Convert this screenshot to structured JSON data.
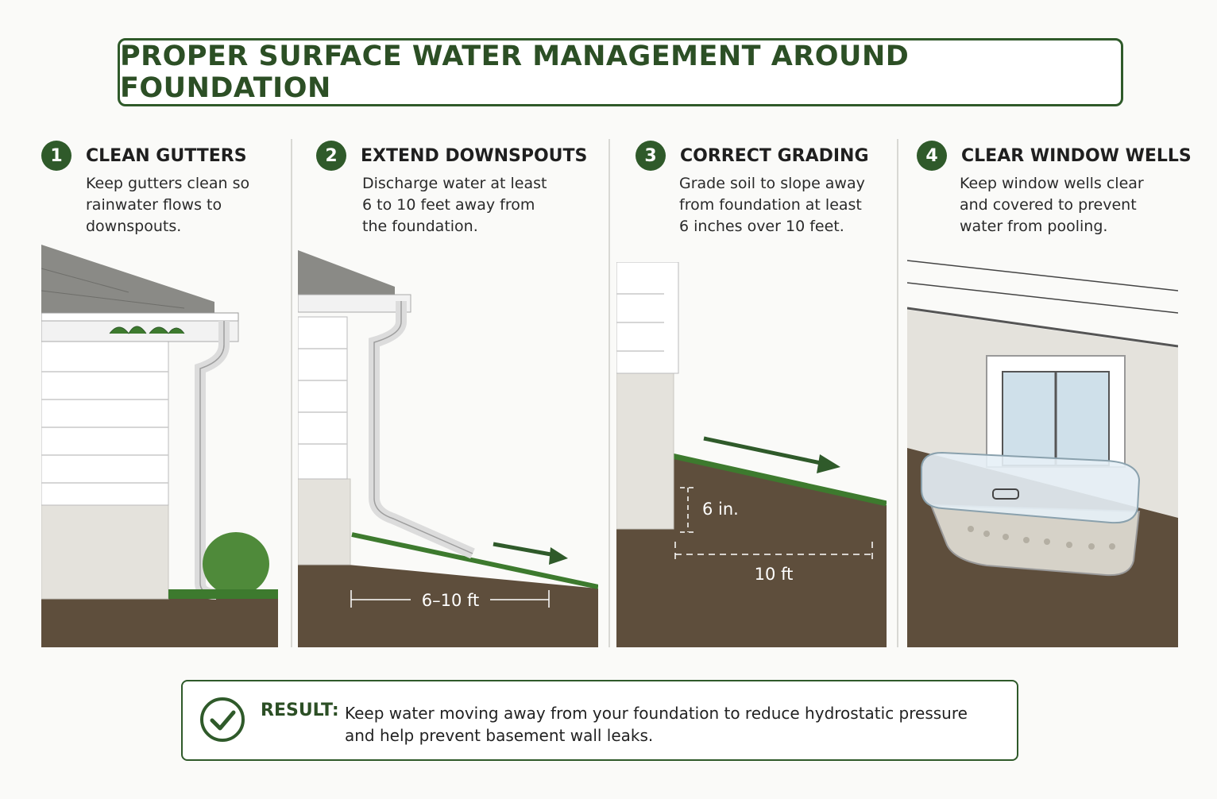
{
  "title": "PROPER SURFACE WATER MANAGEMENT AROUND FOUNDATION",
  "steps": [
    {
      "number": "1",
      "title": "CLEAN GUTTERS",
      "desc": [
        "Keep gutters clean so",
        "rainwater flows to",
        "downspouts."
      ]
    },
    {
      "number": "2",
      "title": "EXTEND DOWNSPOUTS",
      "desc": [
        "Discharge water at least",
        "6 to 10 feet away from",
        "the foundation."
      ]
    },
    {
      "number": "3",
      "title": "CORRECT GRADING",
      "desc": [
        "Grade soil to slope away",
        "from foundation at least",
        "6 inches over 10 feet."
      ]
    },
    {
      "number": "4",
      "title": "CLEAR WINDOW WELLS",
      "desc": [
        "Keep window wells clear",
        "and covered to prevent",
        "water from pooling."
      ]
    }
  ],
  "dimensions": {
    "downspout_distance": "6–10 ft",
    "grade_rise": "6 in.",
    "grade_run": "10 ft"
  },
  "result": {
    "label": "RESULT:",
    "text": [
      "Keep water moving away from your foundation to reduce hydrostatic pressure",
      "and help prevent basement wall leaks."
    ]
  },
  "colors": {
    "accent": "#2f5a2a",
    "soil": "#5e4e3c",
    "grass": "#3d7a2e",
    "concrete": "#e4e2dc"
  },
  "icons": {
    "result": "check-circle-icon",
    "arrow": "flow-arrow-icon"
  }
}
